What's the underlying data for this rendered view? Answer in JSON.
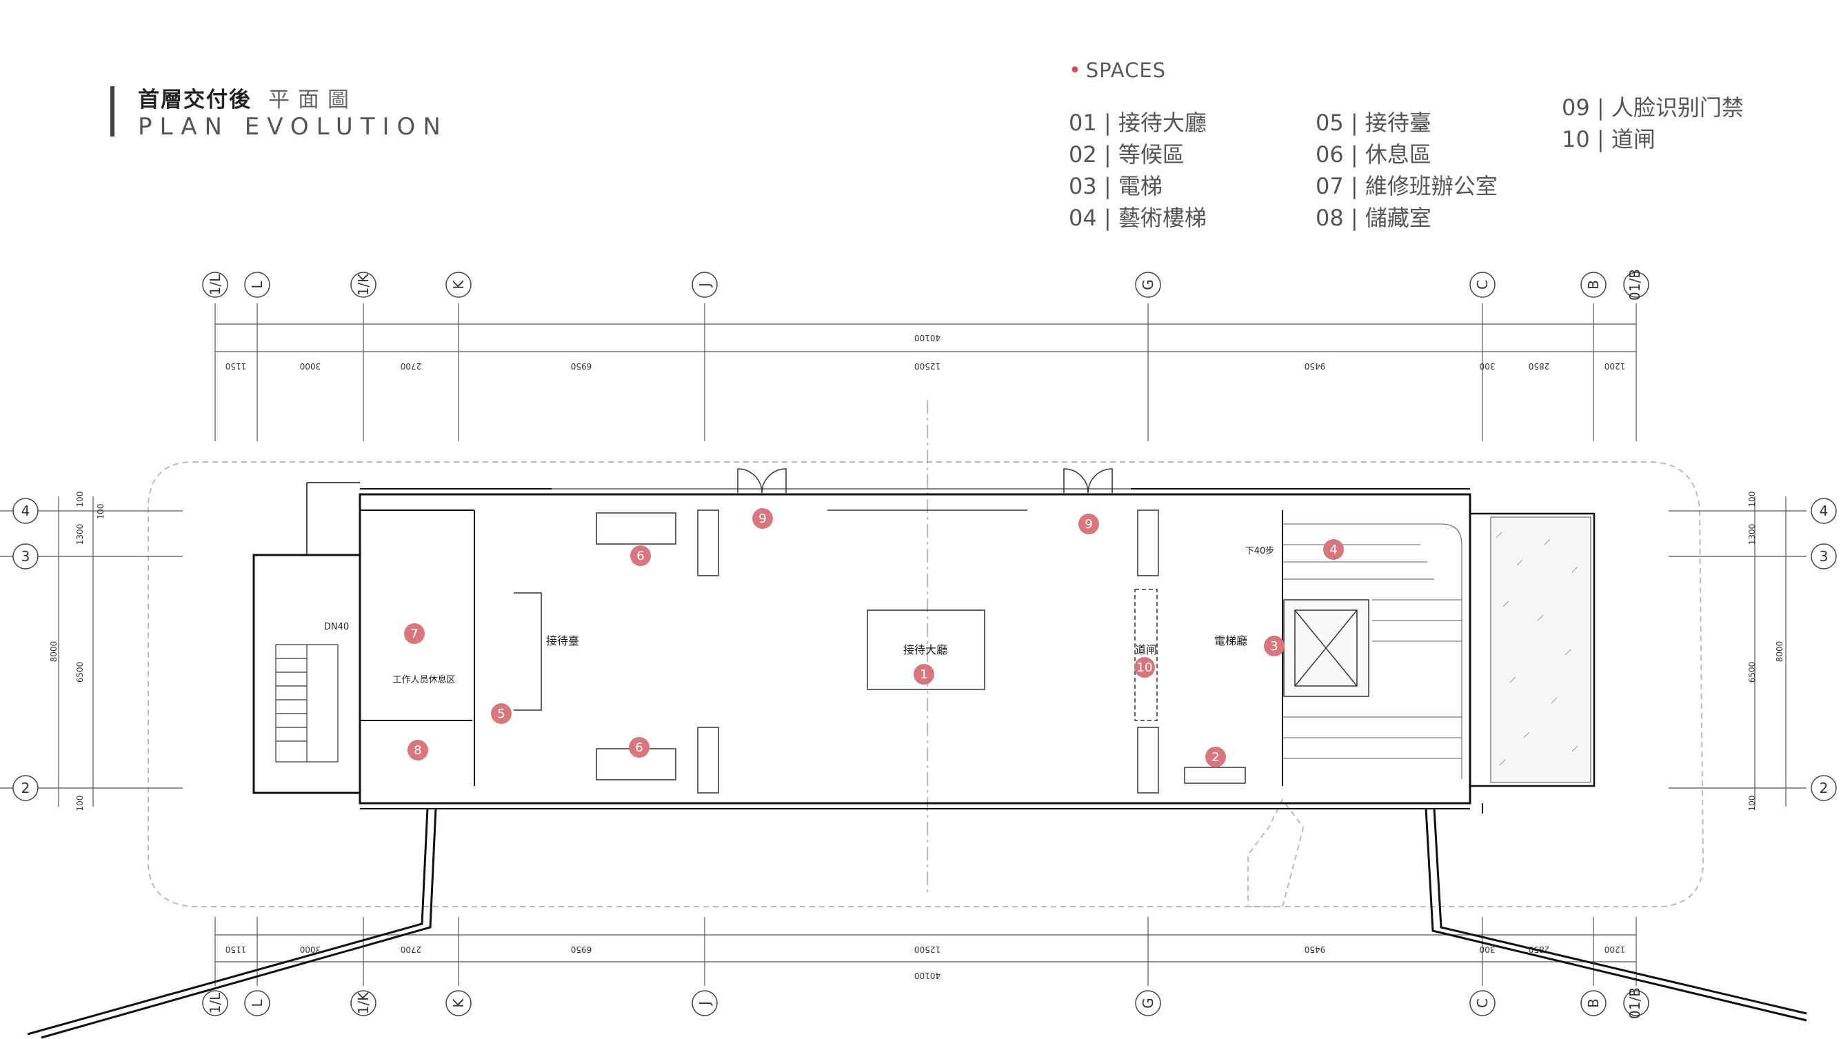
{
  "title": {
    "cn_main": "首層交付後",
    "cn_sub": "平面圖",
    "en": "PLAN EVOLUTION"
  },
  "legend": {
    "heading": "SPACES",
    "items": [
      {
        "label": "01 | 接待大廳"
      },
      {
        "label": "02 | 等候區"
      },
      {
        "label": "03 | 電梯"
      },
      {
        "label": "04 | 藝術樓梯"
      },
      {
        "label": "05 | 接待臺"
      },
      {
        "label": "06 | 休息區"
      },
      {
        "label": "07 | 維修班辦公室"
      },
      {
        "label": "08 | 儲藏室"
      },
      {
        "label": "09 | 人脸识别门禁"
      },
      {
        "label": "10 | 道闸"
      }
    ],
    "accent_color": "#d84a55"
  },
  "plan": {
    "badge_color": "#d9767d",
    "grid_columns": [
      "1/L",
      "L",
      "1/K",
      "K",
      "J",
      "G",
      "C",
      "B",
      "01/B"
    ],
    "grid_rows": [
      "4",
      "3",
      "2"
    ],
    "dims_top": [
      "1150",
      "3000",
      "2700",
      "6950",
      "12500",
      "9450",
      "300",
      "2850",
      "1200"
    ],
    "dims_total": "40100",
    "dims_left": [
      "100",
      "100",
      "1300",
      "6500",
      "8000",
      "100"
    ],
    "dims_right": [
      "100",
      "1300",
      "6500",
      "8000",
      "100"
    ],
    "room_labels": {
      "lobby": "接待大廳",
      "reception": "接待臺",
      "elevator_hall": "電梯廳",
      "gate": "道闸",
      "staff_area": "工作人员休息区",
      "stair_dn": "DN40",
      "stair_down": "下40步"
    },
    "badges": [
      "1",
      "2",
      "3",
      "4",
      "5",
      "6",
      "6",
      "7",
      "8",
      "9",
      "9",
      "10"
    ]
  }
}
